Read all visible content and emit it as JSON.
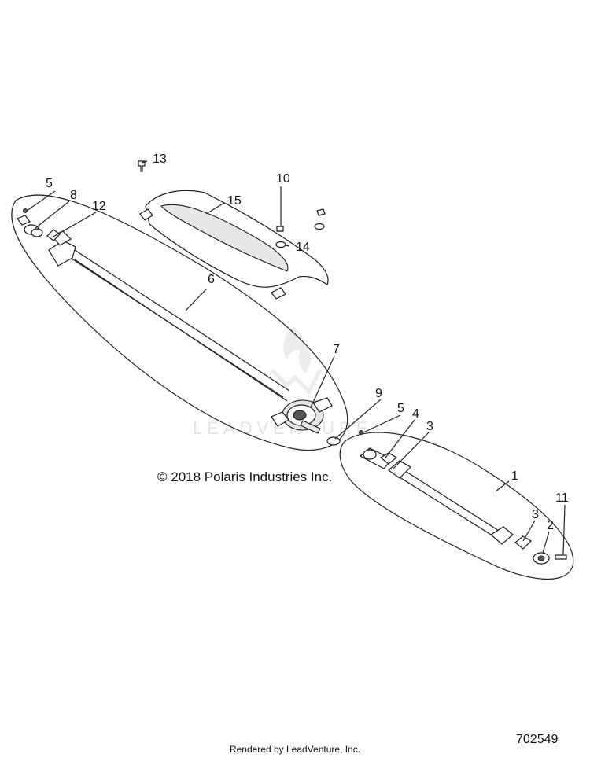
{
  "callouts": {
    "c1": "1",
    "c2": "2",
    "c3a": "3",
    "c3b": "3",
    "c4": "4",
    "c5a": "5",
    "c5b": "5",
    "c6": "6",
    "c7": "7",
    "c8": "8",
    "c9": "9",
    "c10": "10",
    "c11": "11",
    "c12": "12",
    "c13": "13",
    "c14": "14",
    "c15": "15"
  },
  "copyright": "© 2018 Polaris Industries Inc.",
  "footer": {
    "rendered_by": "Rendered by LeadVenture, Inc.",
    "diagram_number": "702549"
  },
  "watermark": "LEADVENTURE",
  "colors": {
    "line": "#1a1a1a",
    "shade": "#e6e6e6",
    "watermark": "#e3e3e3"
  }
}
